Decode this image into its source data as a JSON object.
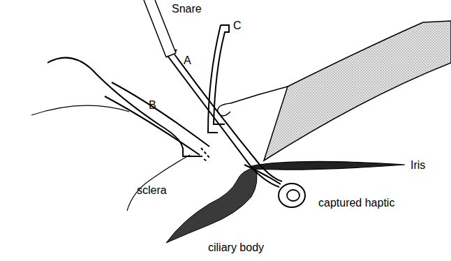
{
  "diagram": {
    "labels": [
      "Snare",
      "A",
      "B",
      "C",
      "Iris",
      "sclera",
      "captured haptic",
      "ciliary body"
    ]
  }
}
